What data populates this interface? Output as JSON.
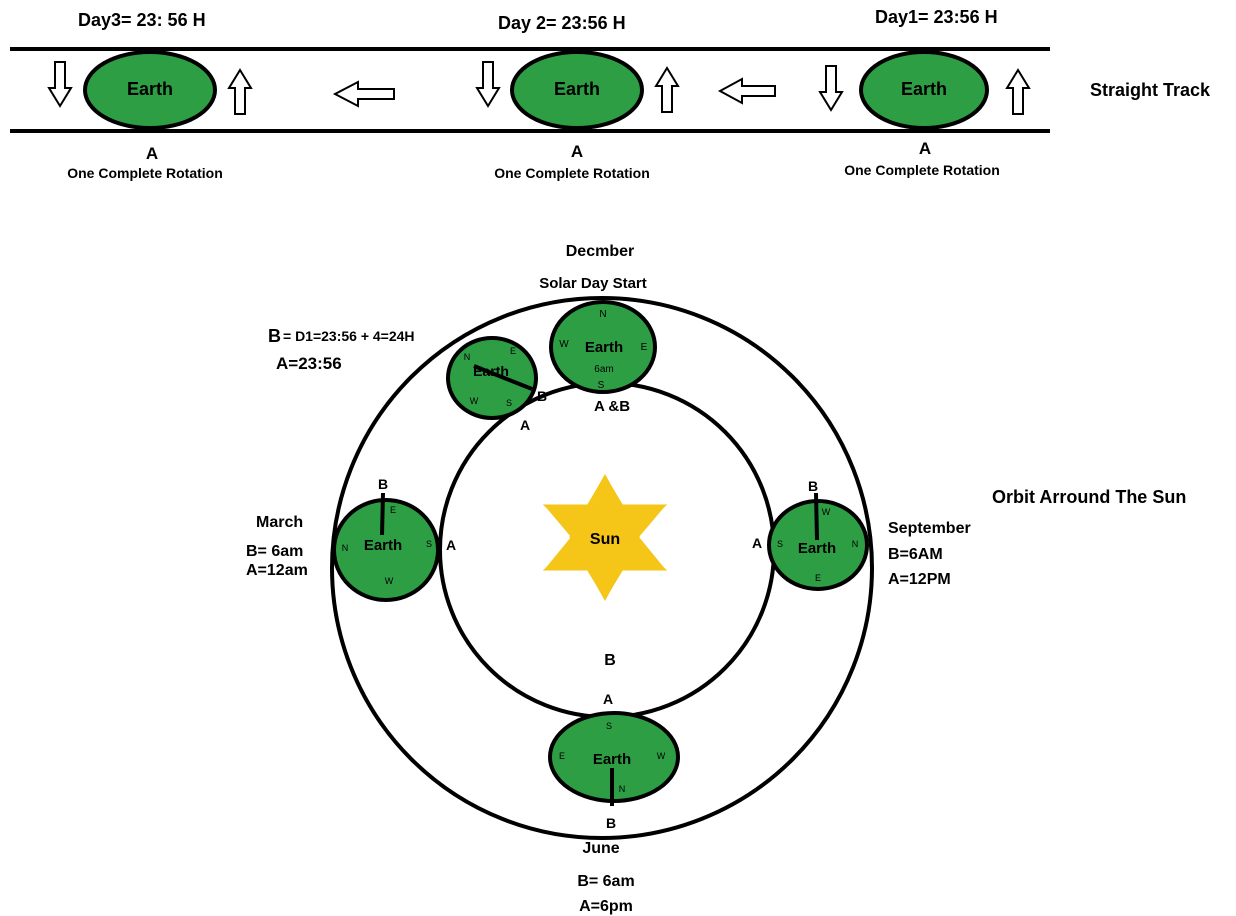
{
  "colors": {
    "earth_fill": "#2e9e45",
    "earth_stroke": "#000000",
    "sun_fill": "#f5c518",
    "line": "#000000"
  },
  "icons": {
    "arrow_up": "arrow-up-icon",
    "arrow_down": "arrow-down-icon",
    "arrow_left": "arrow-left-icon",
    "sun": "six-point-star-icon"
  },
  "track": {
    "title": "Straight Track",
    "days": [
      {
        "day_label": "Day3= 23: 56 H",
        "earth": "Earth",
        "point": "A",
        "caption": "One Complete Rotation"
      },
      {
        "day_label": "Day 2= 23:56 H",
        "earth": "Earth",
        "point": "A",
        "caption": "One Complete Rotation"
      },
      {
        "day_label": "Day1= 23:56 H",
        "earth": "Earth",
        "point": "A",
        "caption": "One Complete Rotation"
      }
    ]
  },
  "orbit": {
    "title": "Orbit Arround The Sun",
    "sun": "Sun",
    "center_point": "B",
    "december": {
      "month": "Decmber",
      "subtitle": "Solar Day Start",
      "earth": "Earth",
      "time": "6am",
      "dirs": {
        "n": "N",
        "e": "E",
        "s": "S",
        "w": "W"
      },
      "point_label": "A &B"
    },
    "transition": {
      "b_label": "B",
      "b_formula": "= D1=23:56 + 4=24H",
      "a_value": "A=23:56",
      "earth": "Earth",
      "dirs": {
        "n": "N",
        "e": "E",
        "s": "S",
        "w": "W"
      },
      "point_b": "B",
      "point_a": "A"
    },
    "march": {
      "month": "March",
      "b_value": "B=  6am",
      "a_value": "A=12am",
      "earth": "Earth",
      "dirs": {
        "n": "N",
        "e": "E",
        "s": "S",
        "w": "W"
      },
      "point_b": "B",
      "point_a": "A"
    },
    "september": {
      "month": "September",
      "b_value": "B=6AM",
      "a_value": "A=12PM",
      "earth": "Earth",
      "dirs": {
        "n": "N",
        "e": "E",
        "s": "S",
        "w": "W"
      },
      "point_b": "B",
      "point_a": "A"
    },
    "june": {
      "month": "June",
      "b_value": "B= 6am",
      "a_value": "A=6pm",
      "earth": "Earth",
      "dirs": {
        "n": "N",
        "e": "E",
        "s": "S",
        "w": "W"
      },
      "point_a": "A",
      "point_b": "B"
    }
  }
}
